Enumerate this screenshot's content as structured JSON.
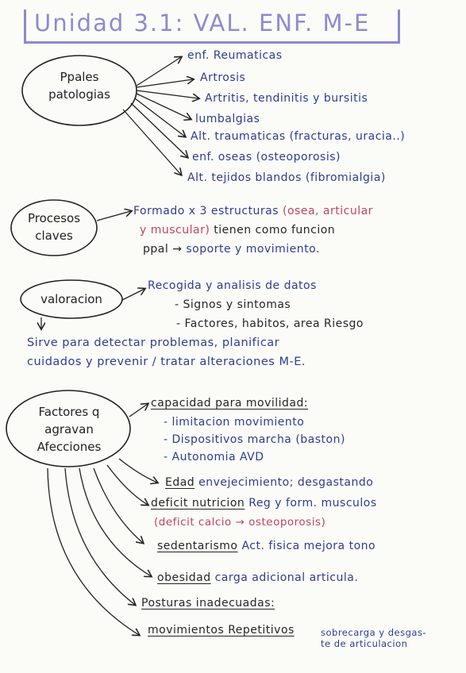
{
  "title": "Unidad 3.1: VAL. ENF. M-E",
  "section1": {
    "bubble": [
      "Ppales",
      "patologias"
    ],
    "items": [
      "enf. Reumaticas",
      "Artrosis",
      "Artritis, tendinitis y bursitis",
      "lumbalgias",
      "Alt. traumaticas (fracturas, uracia..)",
      "enf. oseas (osteoporosis)",
      "Alt. tejidos blandos (fibromialgia)"
    ]
  },
  "section2": {
    "bubble": [
      "Procesos",
      "claves"
    ],
    "line1_blue": "Formado x 3 estructuras",
    "line1_red": "(osea, articular",
    "line2_red": "y muscular)",
    "line2_dark": "tienen como funcion",
    "line3_dark": "ppal →",
    "line3_blue": "soporte y movimiento."
  },
  "section3": {
    "bubble": "valoracion",
    "line1": "Recogida y analisis de datos",
    "line2": "- Signos y sintomas",
    "line3": "- Factores, habitos, area Riesgo",
    "line4": "Sirve para detectar problemas, planificar",
    "line5": "cuidados y prevenir / tratar alteraciones M-E."
  },
  "section4": {
    "bubble": [
      "Factores q",
      "agravan",
      "Afecciones"
    ],
    "cap_heading": "capacidad para movilidad:",
    "cap_items": [
      "- limitacion movimiento",
      "- Dispositivos marcha (baston)",
      "- Autonomia AVD"
    ],
    "edad_heading": "Edad",
    "edad_text": "envejecimiento; desgastando",
    "deficit_heading": "deficit nutricion",
    "deficit_text": "Reg y form. musculos",
    "deficit_red": "(deficit calcio → osteoporosis)",
    "sed_heading": "sedentarismo",
    "sed_text": "Act. fisica mejora tono",
    "obes_heading": "obesidad",
    "obes_text": "carga adicional articula.",
    "post_heading": "Posturas inadecuadas:",
    "mov_heading": "movimientos Repetitivos",
    "mov_text1": "sobrecarga y desgas-",
    "mov_text2": "te de articulacion"
  },
  "colors": {
    "blue_ink": "#2f3d8f",
    "red_ink": "#c0455f",
    "title_ink": "#8f8ad0"
  }
}
